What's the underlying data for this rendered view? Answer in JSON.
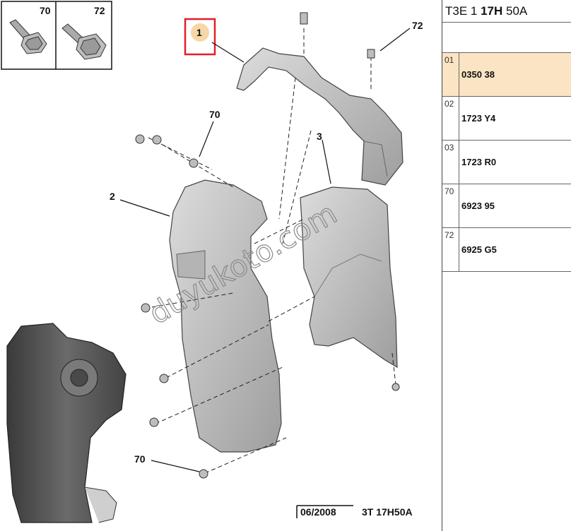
{
  "diagram": {
    "inset_labels": [
      "70",
      "72"
    ],
    "callouts": {
      "part1": "1",
      "part2": "2",
      "part3": "3",
      "screw72_top": "72",
      "bolt70_top": "70",
      "bolt70_bottom": "70"
    },
    "watermark": "duyukoto.com",
    "footer": {
      "date": "06/2008",
      "code": "3T 17H50A"
    },
    "colors": {
      "highlight_box": "#e0202a",
      "callout_fill": "#f6d8a8",
      "shield": "#c9c9c9",
      "engine": "#555555"
    }
  },
  "panel": {
    "header": {
      "prefix": "T3E 1",
      "bold": "17H",
      "suffix": "50A"
    },
    "rows": [
      {
        "index": "01",
        "part": "0350 38",
        "selected": true
      },
      {
        "index": "02",
        "part": "1723 Y4",
        "selected": false
      },
      {
        "index": "03",
        "part": "1723 R0",
        "selected": false
      },
      {
        "index": "70",
        "part": "6923 95",
        "selected": false
      },
      {
        "index": "72",
        "part": "6925 G5",
        "selected": false
      }
    ]
  }
}
